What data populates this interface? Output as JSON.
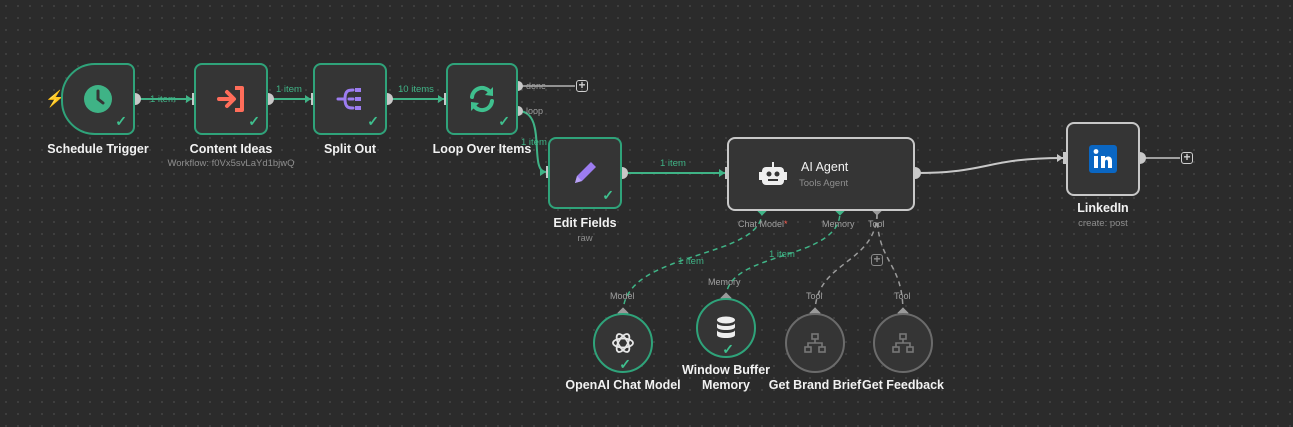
{
  "nodes": {
    "schedule_trigger": {
      "label": "Schedule Trigger",
      "icon": "clock-icon"
    },
    "content_ideas": {
      "label": "Content Ideas",
      "sub": "Workflow: f0Vx5svLaYd1bjwQ",
      "icon": "execute-workflow-icon"
    },
    "split_out": {
      "label": "Split Out",
      "icon": "split-out-icon"
    },
    "loop_over_items": {
      "label": "Loop Over Items",
      "icon": "loop-icon",
      "port_done": "done",
      "port_loop": "loop"
    },
    "edit_fields": {
      "label": "Edit Fields",
      "sub": "raw",
      "icon": "pencil-icon"
    },
    "ai_agent": {
      "title": "AI Agent",
      "sub": "Tools Agent",
      "icon": "robot-icon",
      "port_chat_model": "Chat Model",
      "port_required": "*",
      "port_memory": "Memory",
      "port_tool": "Tool"
    },
    "linkedin": {
      "label": "LinkedIn",
      "sub": "create: post",
      "icon": "linkedin-icon"
    },
    "openai_chat_model": {
      "label": "OpenAI Chat Model",
      "port": "Model",
      "icon": "openai-icon"
    },
    "window_buffer_memory": {
      "label_line1": "Window Buffer",
      "label_line2": "Memory",
      "port": "Memory",
      "icon": "database-icon"
    },
    "get_brand_brief": {
      "label": "Get Brand Brief",
      "port": "Tool",
      "icon": "sitemap-icon"
    },
    "get_feedback": {
      "label": "Get Feedback",
      "port": "Tool",
      "icon": "sitemap-icon"
    }
  },
  "edges": {
    "trigger_to_content": "1 item",
    "content_to_split": "1 item",
    "split_to_loop": "10 items",
    "loop_to_edit": "1 item",
    "edit_to_agent": "1 item",
    "model_to_agent": "1 item",
    "memory_to_agent": "1 item"
  },
  "colors": {
    "success": "#2fa37a",
    "wire": "#3fb386",
    "canvas": "#2b2b2b",
    "node_bg": "#353535",
    "trigger_bolt": "#ff5a4e"
  }
}
